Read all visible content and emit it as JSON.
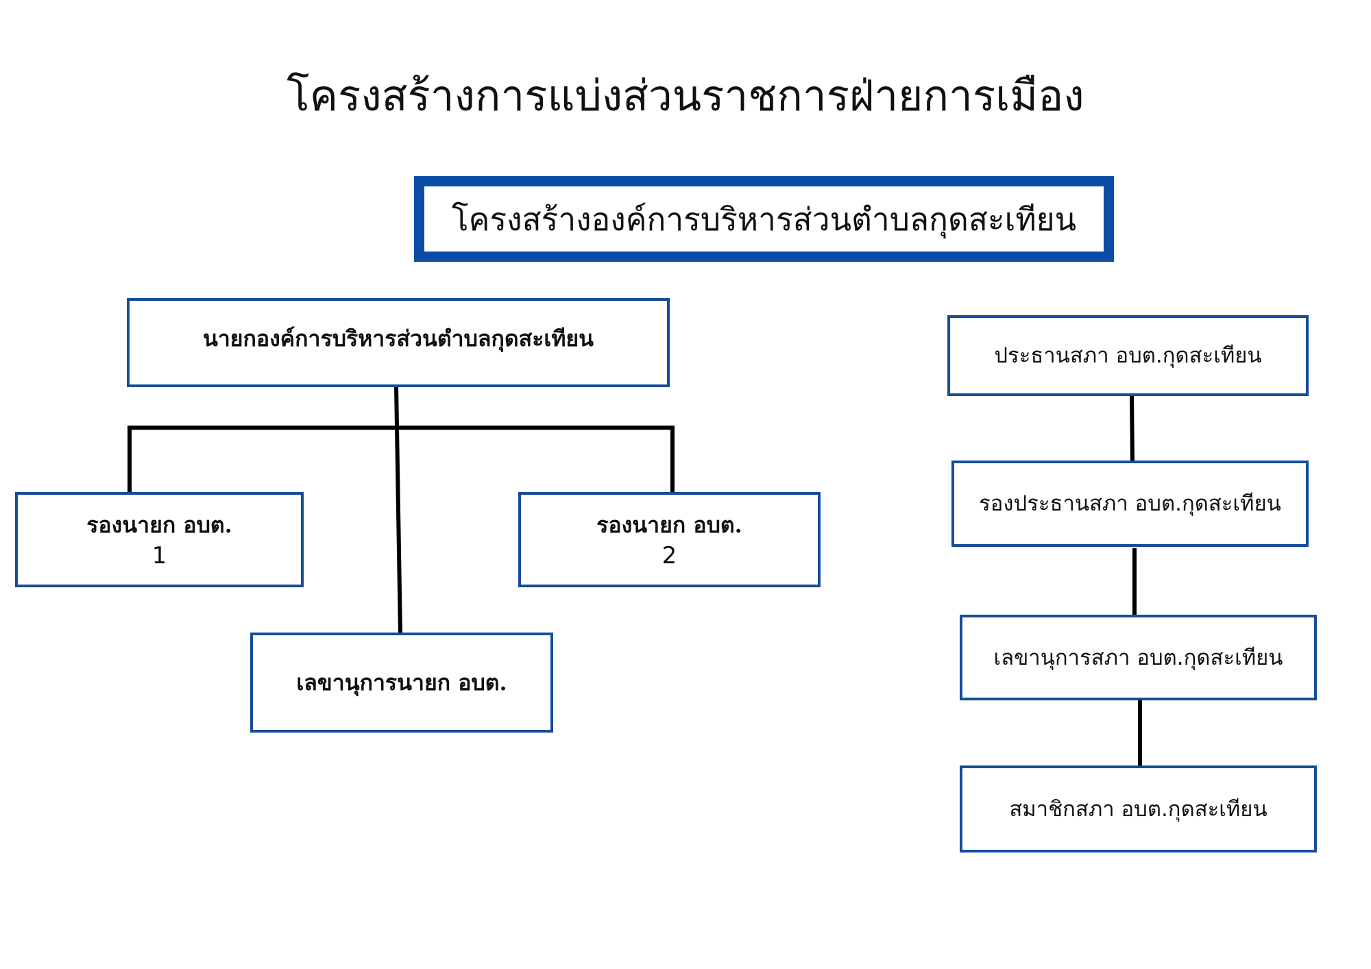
{
  "title": "โครงสร้างการแบ่งส่วนราชการฝ่ายการเมือง",
  "organization_title": "โครงสร้างองค์การบริหารส่วนตำบลกุดสะเทียน",
  "executive": {
    "head": "นายกองค์การบริหารส่วนตำบลกุดสะเทียน",
    "deputy_1": {
      "label": "รองนายก  อบต.",
      "number": "1"
    },
    "deputy_2": {
      "label": "รองนายก  อบต.",
      "number": "2"
    },
    "secretary": "เลขานุการนายก อบต."
  },
  "council": {
    "chair": "ประธานสภา อบต.กุดสะเทียน",
    "vice_chair": "รองประธานสภา อบต.กุดสะเทียน",
    "secretary": "เลขานุการสภา อบต.กุดสะเทียน",
    "members": "สมาชิกสภา อบต.กุดสะเทียน"
  },
  "colors": {
    "box_border": "#174c99",
    "title_box_border": "#0b4ca6",
    "connector": "#000000"
  }
}
